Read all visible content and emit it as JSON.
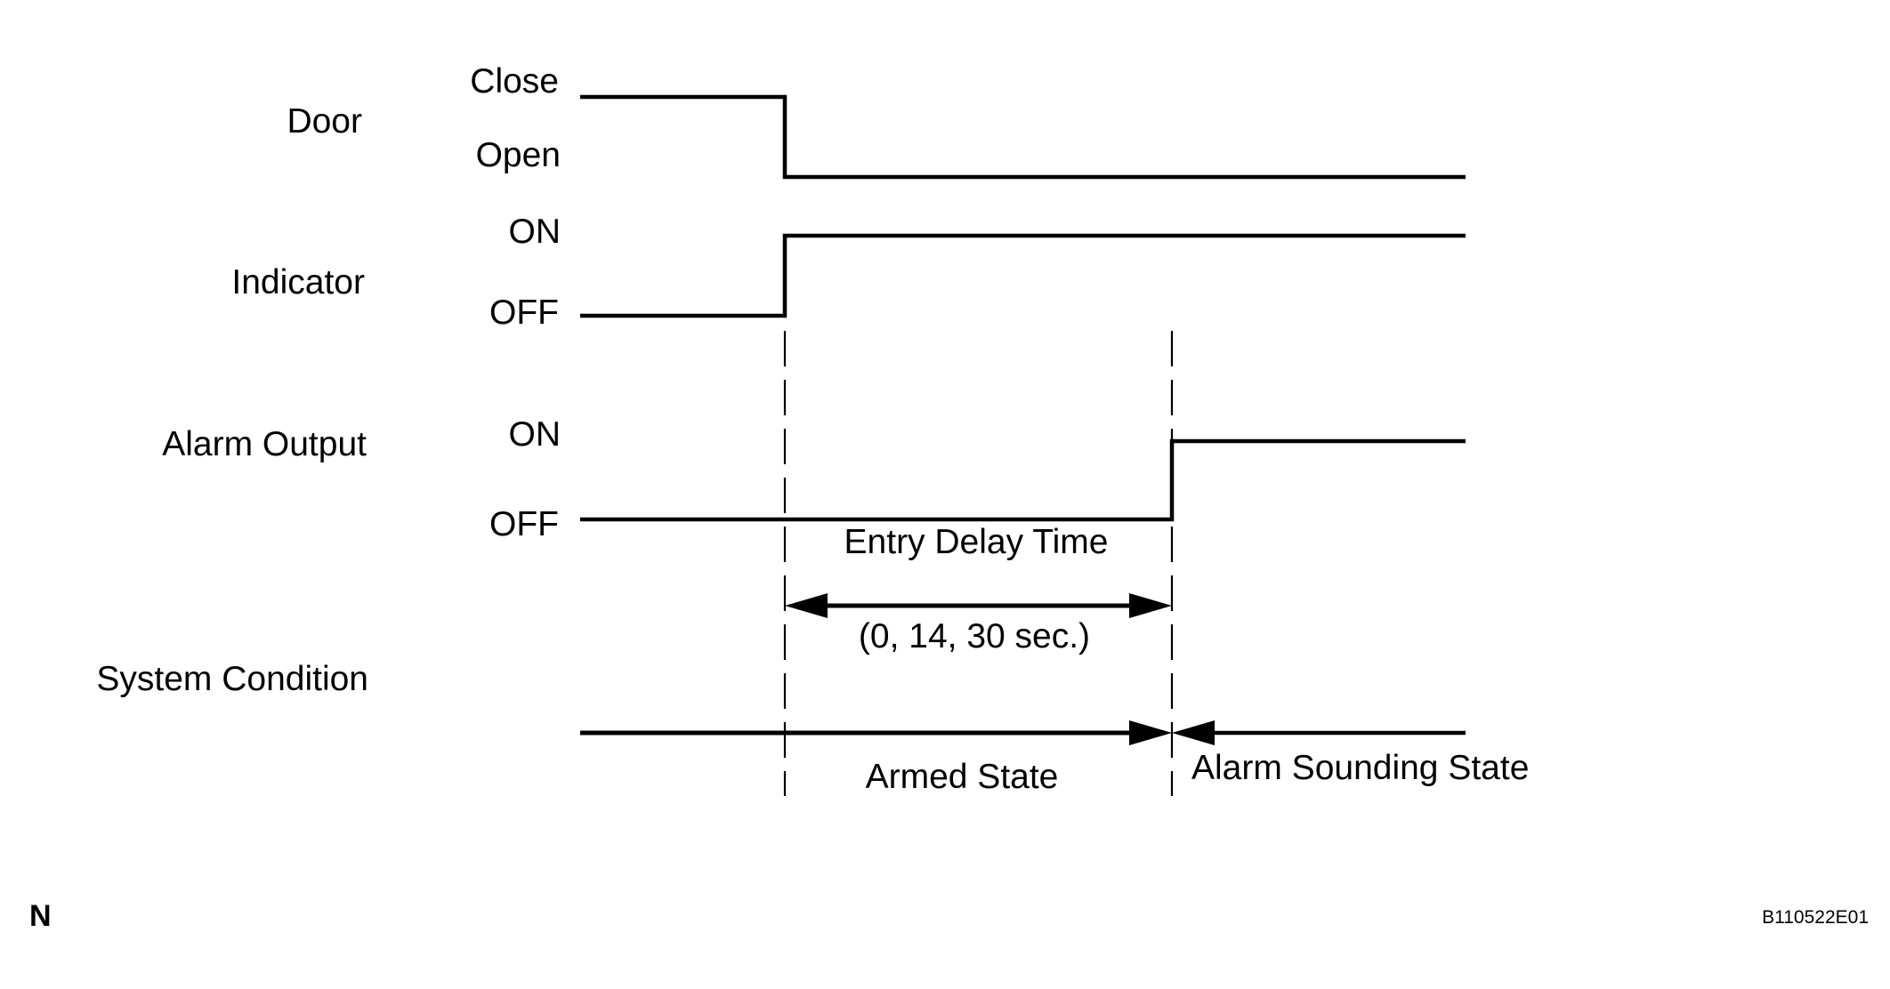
{
  "rows": {
    "door": {
      "label": "Door",
      "high": "Close",
      "low": "Open"
    },
    "indicator": {
      "label": "Indicator",
      "high": "ON",
      "low": "OFF"
    },
    "alarm_output": {
      "label": "Alarm Output",
      "high": "ON",
      "low": "OFF"
    },
    "system_condition": {
      "label": "System Condition"
    }
  },
  "entry_delay": {
    "title": "Entry Delay Time",
    "values": "(0, 14, 30 sec.)"
  },
  "states": {
    "armed": "Armed State",
    "alarm_sounding": "Alarm Sounding State"
  },
  "figure_letter": "N",
  "figure_code": "B110522E01"
}
